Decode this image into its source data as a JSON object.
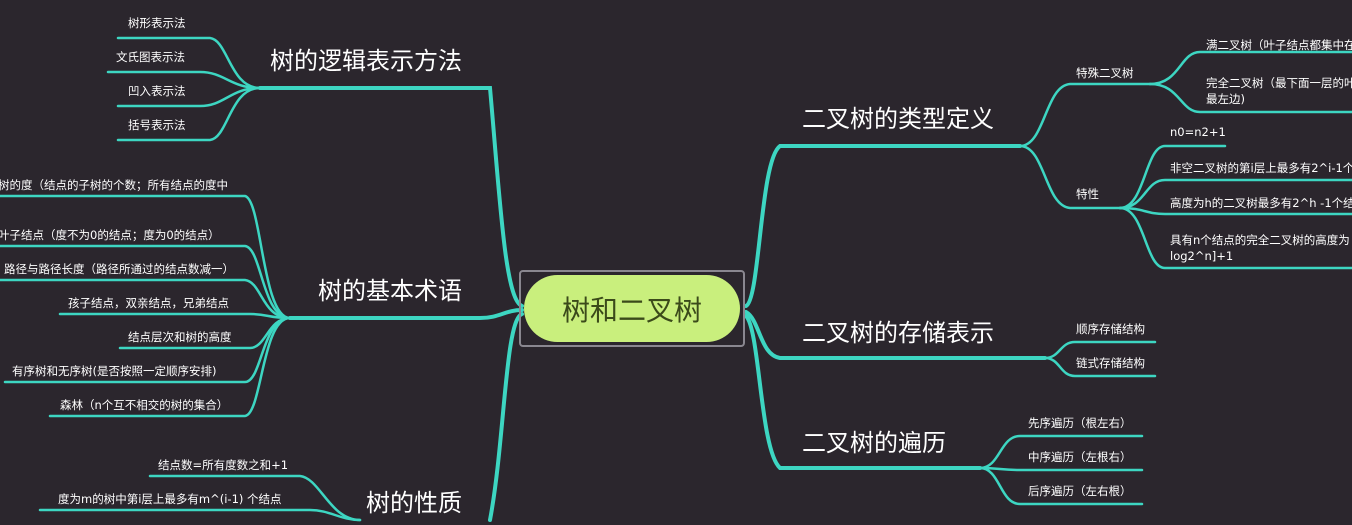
{
  "root": "树和二叉树",
  "left": {
    "logic": {
      "title": "树的逻辑表示方法",
      "items": [
        "树形表示法",
        "文氏图表示法",
        "凹入表示法",
        "括号表示法"
      ]
    },
    "terms": {
      "title": "树的基本术语",
      "items": [
        "树的度（结点的子树的个数；所有结点的度中",
        "叶子结点（度不为0的结点；度为0的结点）",
        "路径与路径长度（路径所通过的结点数减一）",
        "孩子结点，双亲结点，兄弟结点",
        "结点层次和树的高度",
        "有序树和无序树(是否按照一定顺序安排)",
        "森林（n个互不相交的树的集合）"
      ]
    },
    "props": {
      "title": "树的性质",
      "items": [
        "结点数=所有度数之和+1",
        "度为m的树中第i层上最多有m^(i-1) 个结点"
      ]
    }
  },
  "right": {
    "types": {
      "title": "二叉树的类型定义",
      "special": {
        "label": "特殊二叉树",
        "items": [
          "满二叉树（叶子结点都集中在",
          "完全二叉树（最下面一层的叶",
          "最左边)"
        ]
      },
      "traits": {
        "label": "特性",
        "items": [
          "n0=n2+1",
          "非空二叉树的第i层上最多有2^i-1个",
          "高度为h的二叉树最多有2^h -1个结",
          "具有n个结点的完全二叉树的高度为",
          "log2^n]+1"
        ]
      }
    },
    "storage": {
      "title": "二叉树的存储表示",
      "items": [
        "顺序存储结构",
        "链式存储结构"
      ]
    },
    "traverse": {
      "title": "二叉树的遍历",
      "items": [
        "先序遍历（根左右）",
        "中序遍历（左根右）",
        "后序遍历（左右根）"
      ]
    }
  },
  "colors": {
    "background": "#2b262d",
    "branch": "#3dd6c2",
    "root_fill": "#c9ef7d",
    "text": "#ffffff"
  }
}
